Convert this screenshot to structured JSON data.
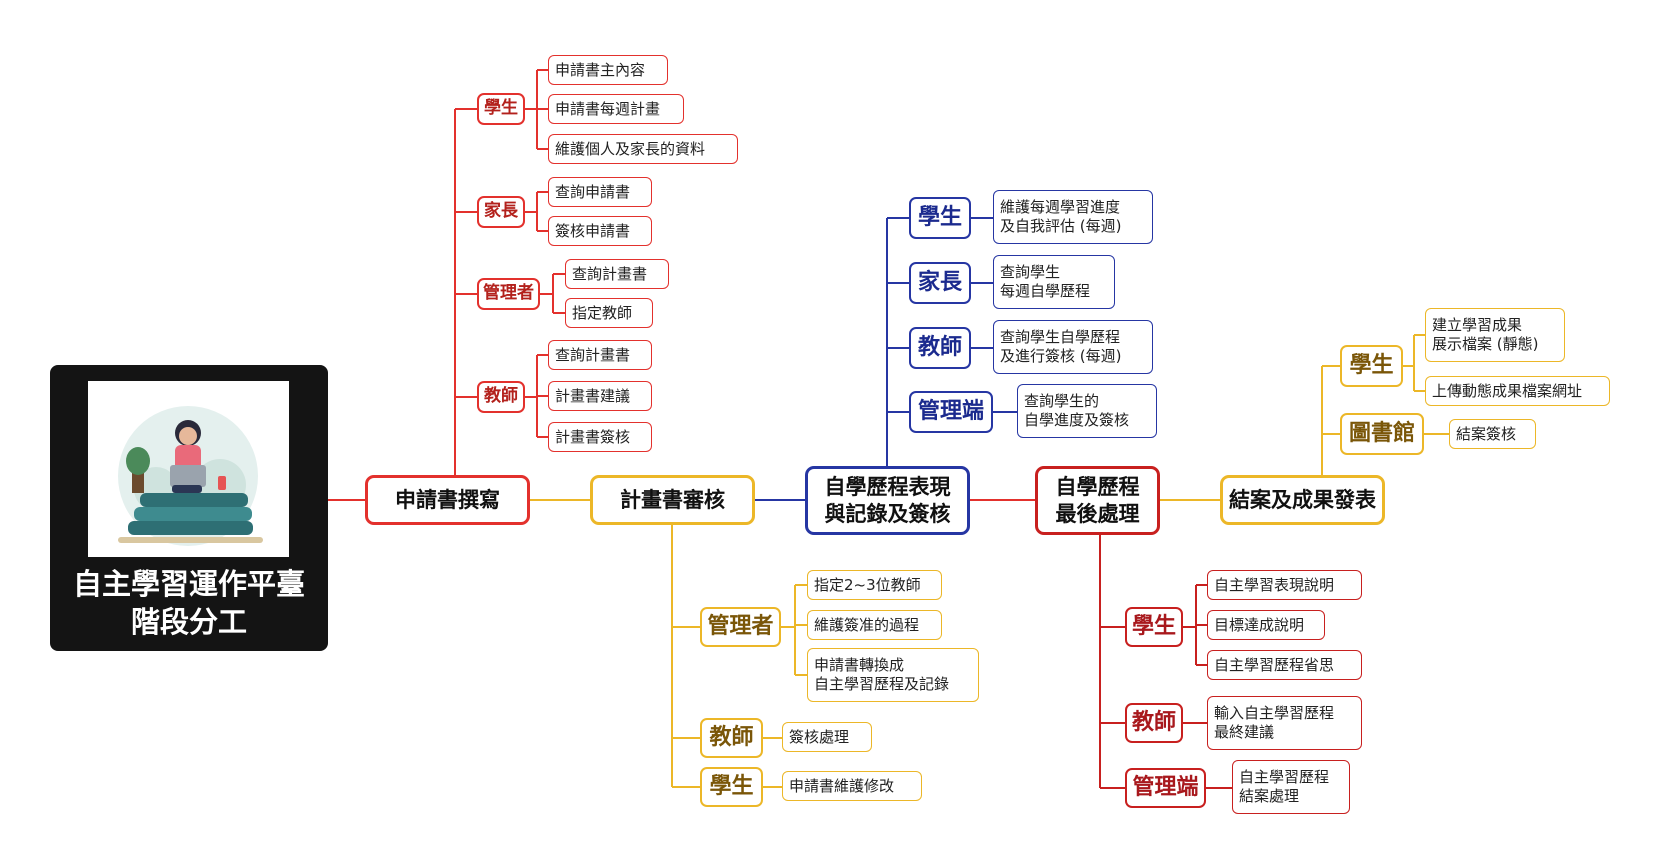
{
  "root": {
    "title": "自主學習運作平臺\n階段分工",
    "illustration": "student-with-laptop-on-books-illustration"
  },
  "colors": {
    "red": "#e3312d",
    "blue": "#2636a3",
    "yellow": "#ecb728",
    "maroon": "#c8201f"
  },
  "stages": [
    {
      "label": "申請書撰寫",
      "groups": [
        {
          "label": "學生",
          "items": [
            "申請書主內容",
            "申請書每週計畫",
            "維護個人及家長的資料"
          ]
        },
        {
          "label": "家長",
          "items": [
            "查詢申請書",
            "簽核申請書"
          ]
        },
        {
          "label": "管理者",
          "items": [
            "查詢計畫書",
            "指定教師"
          ]
        },
        {
          "label": "教師",
          "items": [
            "查詢計畫書",
            "計畫書建議",
            "計畫書簽核"
          ]
        }
      ]
    },
    {
      "label": "計畫書審核",
      "groups": [
        {
          "label": "管理者",
          "items": [
            "指定2~3位教師",
            "維護簽准的過程",
            "申請書轉換成\n自主學習歷程及記錄"
          ]
        },
        {
          "label": "教師",
          "items": [
            "簽核處理"
          ]
        },
        {
          "label": "學生",
          "items": [
            "申請書維護修改"
          ]
        }
      ]
    },
    {
      "label": "自學歷程表現\n與記錄及簽核",
      "groups": [
        {
          "label": "學生",
          "items": [
            "維護每週學習進度\n及自我評估 (每週)"
          ]
        },
        {
          "label": "家長",
          "items": [
            "查詢學生\n每週自學歷程"
          ]
        },
        {
          "label": "教師",
          "items": [
            "查詢學生自學歷程\n及進行簽核 (每週)"
          ]
        },
        {
          "label": "管理端",
          "items": [
            "查詢學生的\n自學進度及簽核"
          ]
        }
      ]
    },
    {
      "label": "自學歷程\n最後處理",
      "groups": [
        {
          "label": "學生",
          "items": [
            "自主學習表現說明",
            "目標達成說明",
            "自主學習歷程省思"
          ]
        },
        {
          "label": "教師",
          "items": [
            "輸入自主學習歷程\n最終建議"
          ]
        },
        {
          "label": "管理端",
          "items": [
            "自主學習歷程\n結案處理"
          ]
        }
      ]
    },
    {
      "label": "結案及成果發表",
      "groups": [
        {
          "label": "學生",
          "items": [
            "建立學習成果\n展示檔案 (靜態)",
            "上傳動態成果檔案網址"
          ]
        },
        {
          "label": "圖書館",
          "items": [
            "結案簽核"
          ]
        }
      ]
    }
  ]
}
